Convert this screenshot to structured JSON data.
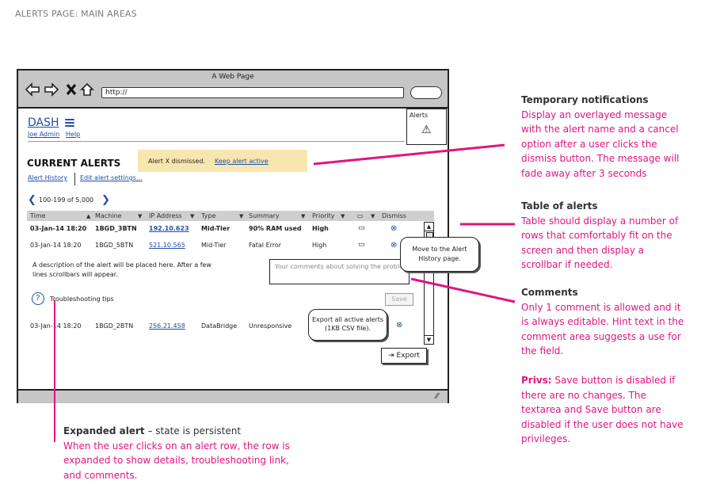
{
  "page_heading": "ALERTS PAGE: MAIN AREAS",
  "browser": {
    "window_title": "A Web Page",
    "url": "http://",
    "nav_icons": [
      "back-arrow-icon",
      "forward-arrow-icon",
      "close-x-icon",
      "home-icon"
    ]
  },
  "app": {
    "logo": "DASH",
    "user": "Joe Admin",
    "help": "Help",
    "alerts_label": "Alerts",
    "page_title": "CURRENT ALERTS",
    "notification": {
      "message": "Alert X dismissed.",
      "action": "Keep alert active"
    },
    "alert_history_link": "Alert History",
    "edit_settings_link": "Edit alert settings...",
    "pager": "100-199 of 5,000",
    "table": {
      "columns": [
        "Time",
        "Machine",
        "IP Address",
        "Type",
        "Summary",
        "Priority",
        "",
        "Dismiss"
      ],
      "rows": [
        {
          "time": "03-Jan-14 18:20",
          "machine": "1BGD_3BTN",
          "ip": "192.10.623",
          "type": "Mid-Tier",
          "summary": "90% RAM used",
          "priority": "High"
        },
        {
          "time": "03-Jan-14 18:20",
          "machine": "1BGD_5BTN",
          "ip": "521.10.565",
          "type": "Mid-Tier",
          "summary": "Fatal Error",
          "priority": "High"
        },
        {
          "time": "03-Jan-14 18:20",
          "machine": "1BGD_2BTN",
          "ip": "256.21.458",
          "type": "DataBridge",
          "summary": "Unresponsive",
          "priority": ""
        }
      ]
    },
    "expanded": {
      "description": "A description of the alert will be placed here. After a few lines scrollbars will appear.",
      "troubleshooting": "Troubleshooting tips",
      "comment_placeholder": "Your comments about solving the problem",
      "save": "Save"
    },
    "tooltip_history": "Move to the Alert History page.",
    "tooltip_export": "Export all active alerts (1KB CSV file).",
    "export": "Export"
  },
  "notes": {
    "temporary": {
      "title": "Temporary notifications",
      "body": "Display an overlayed message with the alert name and a cancel option after a user clicks the dismiss button. The message will fade away after 3 seconds"
    },
    "table": {
      "title": "Table of alerts",
      "body": "Table should display a number of rows that comfortably fit on the screen and then display a scrollbar if needed."
    },
    "comments": {
      "title": "Comments",
      "body": "Only 1 comment is allowed and it is always editable. Hint text in the comment area suggests a use for the field."
    },
    "privs": {
      "label": "Privs:",
      "body": "Save button is disabled if there are no changes. The textarea and Save button are disabled if the user does not have privileges."
    },
    "expanded": {
      "title": "Expanded alert",
      "suffix": " – state is persistent",
      "body": "When the user clicks on an alert row, the row is expanded to show details, troubleshooting link, and comments."
    }
  },
  "colors": {
    "annotation": "#e0157f",
    "link": "#1f4fa8",
    "notification": "#f8e6b0"
  }
}
